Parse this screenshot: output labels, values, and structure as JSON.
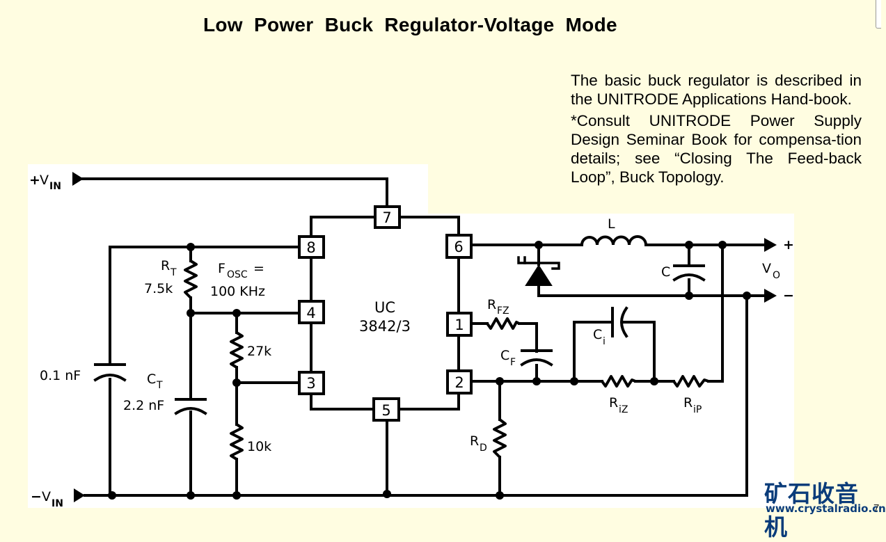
{
  "title": "Low Power Buck Regulator-Voltage Mode",
  "description": {
    "paragraph1": "The basic buck regulator is described in the UNITRODE Applications Hand-book.",
    "paragraph2": "*Consult UNITRODE Power Supply Design Seminar Book for compensa-tion details; see “Closing The Feed-back Loop”, Buck Topology."
  },
  "schematic": {
    "ic": {
      "line1": "UC",
      "line2": "3842/3"
    },
    "pins": [
      "7",
      "8",
      "6",
      "4",
      "1",
      "3",
      "2",
      "5"
    ],
    "terminals": {
      "vin_plus": {
        "sign": "+",
        "main": "V",
        "sub": "IN"
      },
      "vin_minus": {
        "sign": "−",
        "main": "V",
        "sub": "IN"
      },
      "vo": {
        "main": "V",
        "sub": "O"
      },
      "vo_plus": "+",
      "vo_minus": "−"
    },
    "components": {
      "rt": {
        "main": "R",
        "sub": "T",
        "value": "7.5k"
      },
      "fosc": {
        "main": "F",
        "sub": "OSC",
        "eq": "=",
        "value": "100 KHz"
      },
      "r27k": "27k",
      "r10k": "10k",
      "c01": "0.1 nF",
      "ct": {
        "main": "C",
        "sub": "T",
        "value": "2.2 nF"
      },
      "rfz": {
        "main": "R",
        "sub": "FZ"
      },
      "cf": {
        "main": "C",
        "sub": "F"
      },
      "ci": {
        "main": "C",
        "sub": "i"
      },
      "riz": {
        "main": "R",
        "sub": "iZ"
      },
      "rip": {
        "main": "R",
        "sub": "iP"
      },
      "rd": {
        "main": "R",
        "sub": "D"
      },
      "l": "L",
      "c": "C"
    }
  },
  "watermark": {
    "cn": "矿石收音机",
    "url": "www.crystalradio.cn",
    "page": "7"
  }
}
